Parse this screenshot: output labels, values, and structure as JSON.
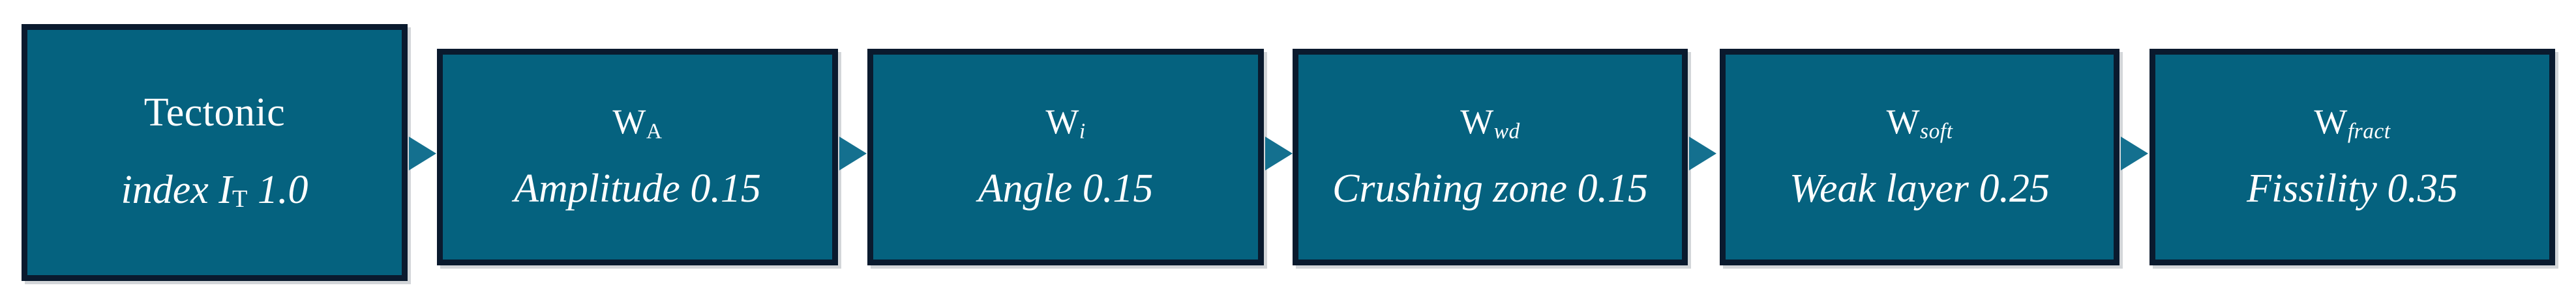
{
  "diagram": {
    "type": "process-flow",
    "orientation": "left-to-right",
    "colors": {
      "node_fill": "#05627F",
      "node_border": "#0A1A2E",
      "text": "#FFFFFF",
      "arrow": "#14708F",
      "background": "#FFFFFF"
    },
    "nodes": [
      {
        "id": "tectonic-index",
        "symbol_base": "Tectonic",
        "symbol_sub": "",
        "label": "index I",
        "label_sub": "T",
        "value": "1.0",
        "line1": "Tectonic",
        "line2": "index Iᴛ 1.0",
        "tall": true
      },
      {
        "id": "amplitude",
        "symbol_base": "W",
        "symbol_sub": "A",
        "label": "Amplitude",
        "value": "0.15",
        "line1": "Wᴀ",
        "line2": "Amplitude 0.15",
        "tall": false
      },
      {
        "id": "angle",
        "symbol_base": "W",
        "symbol_sub": "i",
        "label": "Angle",
        "value": "0.15",
        "line1": "Wᵢ",
        "line2": "Angle 0.15",
        "tall": false
      },
      {
        "id": "crushing-zone",
        "symbol_base": "W",
        "symbol_sub": "wd",
        "label": "Crushing zone",
        "value": "0.15",
        "line1": "Wᴡᵈ",
        "line2": "Crushing zone 0.15",
        "tall": false
      },
      {
        "id": "weak-layer",
        "symbol_base": "W",
        "symbol_sub": "soft",
        "label": "Weak layer",
        "value": "0.25",
        "line1": "W soft",
        "line2": "Weak layer 0.25",
        "tall": false
      },
      {
        "id": "fissility",
        "symbol_base": "W",
        "symbol_sub": "fract",
        "label": "Fissility",
        "value": "0.35",
        "line1": "W fract",
        "line2": "Fissility 0.35",
        "tall": false
      }
    ],
    "arrows": [
      {
        "from": "tectonic-index",
        "to": "amplitude"
      },
      {
        "from": "amplitude",
        "to": "angle"
      },
      {
        "from": "angle",
        "to": "crushing-zone"
      },
      {
        "from": "crushing-zone",
        "to": "weak-layer"
      },
      {
        "from": "weak-layer",
        "to": "fissility"
      }
    ]
  }
}
